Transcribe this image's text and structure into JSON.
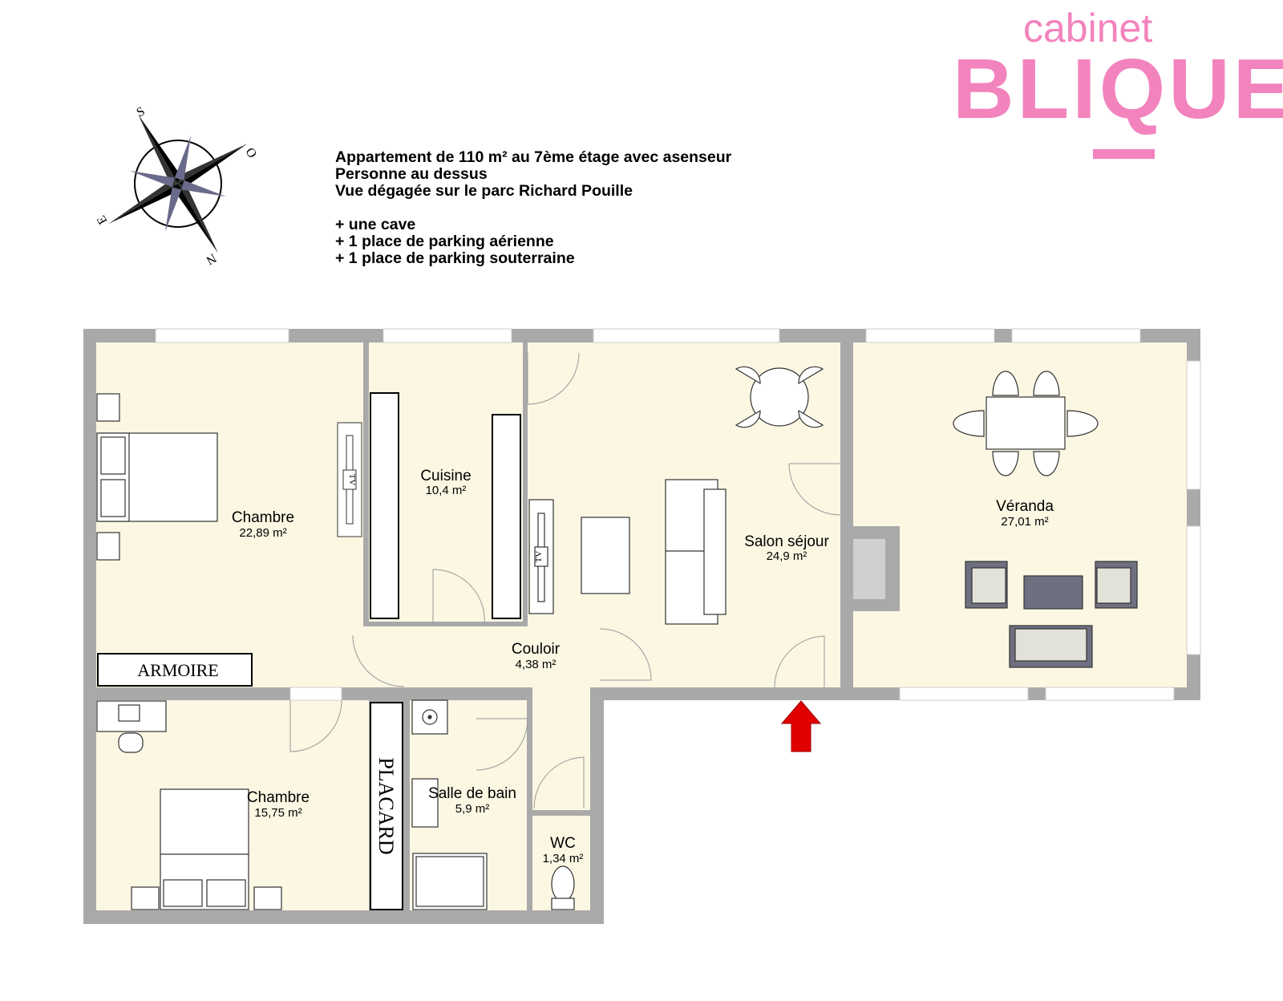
{
  "logo": {
    "top": "cabinet",
    "main": "BLIQUE"
  },
  "description": {
    "lines": [
      "Appartement de 110 m² au 7ème étage avec asenseur",
      "Personne au dessus",
      "Vue dégagée sur le parc Richard Pouille",
      "",
      "+ une cave",
      "+ 1 place de parking aérienne",
      "+ 1 place de parking souterraine"
    ]
  },
  "compass": {
    "s": "S",
    "o": "O",
    "e": "E",
    "n": "N"
  },
  "rooms": {
    "chambre1": {
      "name": "Chambre",
      "area": "22,89 m²"
    },
    "cuisine": {
      "name": "Cuisine",
      "area": "10,4 m²"
    },
    "salon": {
      "name": "Salon séjour",
      "area": "24,9 m²"
    },
    "veranda": {
      "name": "Véranda",
      "area": "27,01 m²"
    },
    "couloir": {
      "name": "Couloir",
      "area": "4,38 m²"
    },
    "chambre2": {
      "name": "Chambre",
      "area": "15,75 m²"
    },
    "sdb": {
      "name": "Salle de bain",
      "area": "5,9 m²"
    },
    "wc": {
      "name": "WC",
      "area": "1,34 m²"
    }
  },
  "furniture": {
    "armoire": "ARMOIRE",
    "placard": "PLACARD",
    "tv": "TV"
  },
  "colors": {
    "wall": "#a9a9a9",
    "floor": "#fbf7e3",
    "logo": "#f283bd",
    "entrance_arrow": "#e00000"
  }
}
